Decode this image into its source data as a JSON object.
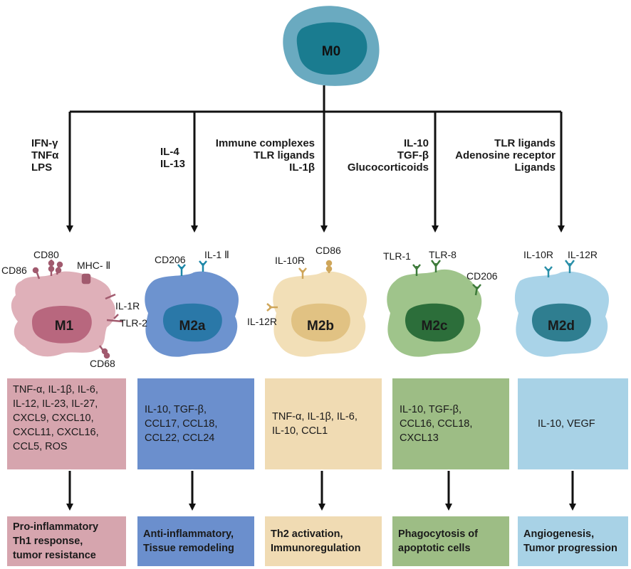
{
  "root": {
    "label": "M0",
    "colors": {
      "outer": "#6aaac0",
      "inner": "#1a7c90"
    }
  },
  "subtypes": [
    {
      "id": "m1",
      "label": "M1",
      "stimuli": "IFN-γ\nTNFα\nLPS",
      "markers": [
        "CD80",
        "CD86",
        "MHC- Ⅱ",
        "IL-1R",
        "TLR-2",
        "CD68"
      ],
      "products": "TNF-α, IL-1β, IL-6,\nIL-12, IL-23, IL-27,\nCXCL9, CXCL10,\nCXCL11, CXCL16,\nCCL5, ROS",
      "outcome": "Pro-inflammatory\nTh1 response,\ntumor resistance",
      "colors": {
        "cell": "#dfb0b9",
        "nucleus": "#b8677e",
        "box": "#d6a5ae",
        "marker": "#a15a6e"
      }
    },
    {
      "id": "m2a",
      "label": "M2a",
      "stimuli": "IL-4\nIL-13",
      "markers": [
        "CD206",
        "IL-1 Ⅱ"
      ],
      "products": "IL-10, TGF-β,\nCCL17, CCL18,\nCCL22, CCL24",
      "outcome": "Anti-inflammatory,\nTissue remodeling",
      "colors": {
        "cell": "#6d93cf",
        "nucleus": "#2a78a8",
        "box": "#6b8fcd",
        "marker": "#1d87a8"
      }
    },
    {
      "id": "m2b",
      "label": "M2b",
      "stimuli": "Immune complexes\nTLR ligands\nIL-1β",
      "markers": [
        "IL-10R",
        "CD86",
        "IL-12R"
      ],
      "products": "TNF-α, IL-1β, IL-6,\nIL-10, CCL1",
      "outcome": "Th2 activation,\nImmunoregulation",
      "colors": {
        "cell": "#f2dfb7",
        "nucleus": "#e1c283",
        "box": "#f0dbb3",
        "marker": "#cfa65a"
      }
    },
    {
      "id": "m2c",
      "label": "M2c",
      "stimuli": "IL-10\nTGF-β\nGlucocorticoids",
      "markers": [
        "TLR-1",
        "TLR-8",
        "CD206"
      ],
      "products": "IL-10, TGF-β,\nCCL16, CCL18,\nCXCL13",
      "outcome": "Phagocytosis of\napoptotic cells",
      "colors": {
        "cell": "#9fc48b",
        "nucleus": "#2c6e3a",
        "box": "#9dbd85",
        "marker": "#3d7a3a"
      }
    },
    {
      "id": "m2d",
      "label": "M2d",
      "stimuli": "TLR ligands\nAdenosine receptor\nLigands",
      "markers": [
        "IL-10R",
        "IL-12R"
      ],
      "products": "IL-10, VEGF",
      "outcome": "Angiogenesis,\nTumor progression",
      "colors": {
        "cell": "#a9d3e8",
        "nucleus": "#2f7e90",
        "box": "#a8d2e6",
        "marker": "#2a8fa8"
      }
    }
  ]
}
